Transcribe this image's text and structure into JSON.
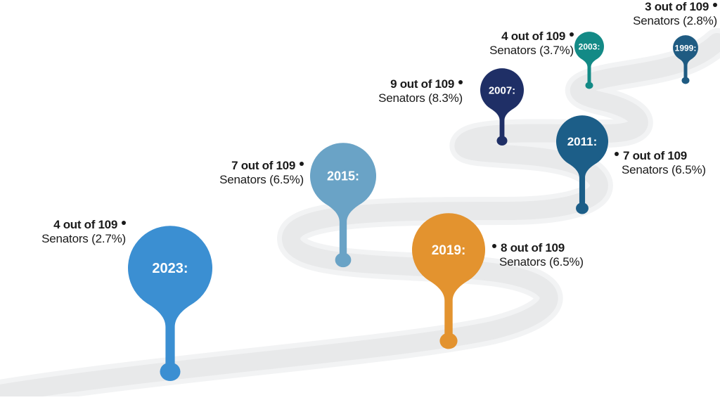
{
  "colors": {
    "road": "#e9eaeb",
    "road_edge": "#f3f3f3",
    "text": "#1a1a1a"
  },
  "milestones": [
    {
      "id": "1999",
      "year_label": "1999:",
      "count": "3 out of 109",
      "share": "Senators (2.8%)",
      "color": "#1f5b82"
    },
    {
      "id": "2003",
      "year_label": "2003:",
      "count": "4 out of 109",
      "share": "Senators (3.7%)",
      "color": "#138a86"
    },
    {
      "id": "2007",
      "year_label": "2007:",
      "count": "9 out of 109",
      "share": "Senators (8.3%)",
      "color": "#1f2f66"
    },
    {
      "id": "2011",
      "year_label": "2011:",
      "count": "7 out of 109",
      "share": "Senators (6.5%)",
      "color": "#1c5e88"
    },
    {
      "id": "2015",
      "year_label": "2015:",
      "count": "7 out of 109",
      "share": "Senators (6.5%)",
      "color": "#6aa3c6"
    },
    {
      "id": "2019",
      "year_label": "2019:",
      "count": "8 out of 109",
      "share": "Senators (6.5%)",
      "color": "#e3932f"
    },
    {
      "id": "2023",
      "year_label": "2023:",
      "count": "4 out of 109",
      "share": "Senators (2.7%)",
      "color": "#3b8fd2"
    }
  ]
}
